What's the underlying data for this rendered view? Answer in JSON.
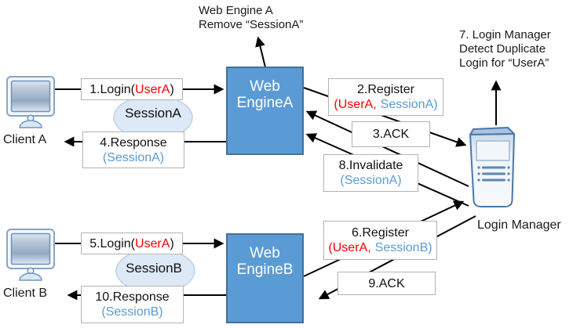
{
  "notes": {
    "engine_a_note_line1": "Web Engine A",
    "engine_a_note_line2": "Remove “SessionA”",
    "manager_note_line1": "7. Login Manager",
    "manager_note_line2": "Detect Duplicate",
    "manager_note_line3": "Login for “UserA”"
  },
  "nodes": {
    "client_a": "Client A",
    "client_b": "Client B",
    "login_manager": "Login Manager",
    "engine_a_line1": "Web",
    "engine_a_line2": "EngineA",
    "engine_b_line1": "Web",
    "engine_b_line2": "EngineB"
  },
  "sessions": {
    "a": "SessionA",
    "b": "SessionB"
  },
  "messages": {
    "login_a": {
      "pre": "1.Login(",
      "user": "UserA",
      "post": ")"
    },
    "register_a": {
      "line1": "2.Register",
      "user": "(UserA,",
      "session": "SessionA)"
    },
    "ack_a": "3.ACK",
    "response_a": {
      "line1": "4.Response",
      "session": "(SessionA)"
    },
    "login_b": {
      "pre": "5.Login(",
      "user": "UserA",
      "post": ")"
    },
    "register_b": {
      "line1": "6.Register",
      "user": "(UserA,",
      "session": "SessionB)"
    },
    "invalidate": {
      "line1": "8.Invalidate",
      "session": "(SessionA)"
    },
    "ack_b": "9.ACK",
    "response_b": {
      "line1": "10.Response",
      "session": "(SessionB)"
    }
  },
  "colors": {
    "engine_fill": "#5b9bd5",
    "engine_border": "#41719c",
    "user_red": "#ff0000",
    "session_blue": "#5b9bd5"
  }
}
